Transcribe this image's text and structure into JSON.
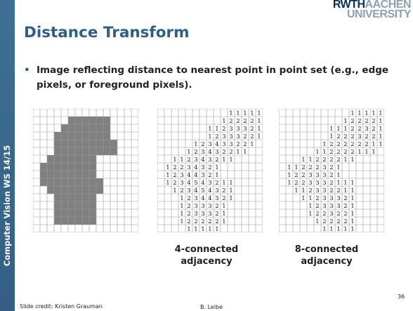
{
  "slide": {
    "title": "Distance Transform",
    "sidebar_label": "Computer Vision WS 14/15",
    "logo": {
      "line1_a": "RWTH",
      "line1_b": "AACHEN",
      "line2": "UNIVERSITY"
    },
    "bullet": "Image reflecting distance to nearest point in point set (e.g., edge pixels, or foreground pixels).",
    "captions": {
      "four": [
        "4-connected",
        "adjacency"
      ],
      "eight": [
        "8-connected",
        "adjacency"
      ]
    },
    "footer": {
      "credit": "Slide credit: Kristen Grauman",
      "author": "B. Leibe",
      "page": "36"
    }
  },
  "colors": {
    "accent": "#2d5f8a",
    "sidebar": "#3a6a90",
    "fill": "#808080"
  },
  "figures": {
    "mask_rows": [
      "000000000000000",
      "000001111110000",
      "000011111110000",
      "000111111110000",
      "000111111111000",
      "000111111111000",
      "001111111000000",
      "011111111000000",
      "011111111000000",
      "011111111100000",
      "001111111100000",
      "000111111000000",
      "000111111000000",
      "000111111000000",
      "000111111000000",
      "000000000000000"
    ],
    "four_connected_rows": [
      [
        "",
        "",
        "",
        "",
        "",
        "",
        "",
        "",
        "",
        "",
        "1",
        "1",
        "1",
        "1",
        "1"
      ],
      [
        "",
        "",
        "",
        "",
        "",
        "",
        "",
        "",
        "",
        "1",
        "2",
        "2",
        "2",
        "2",
        "1"
      ],
      [
        "",
        "",
        "",
        "",
        "",
        "",
        "",
        "1",
        "1",
        "2",
        "3",
        "3",
        "3",
        "2",
        "1"
      ],
      [
        "",
        "",
        "",
        "",
        "",
        "",
        "",
        "1",
        "2",
        "3",
        "3",
        "3",
        "2",
        "2",
        "1"
      ],
      [
        "",
        "",
        "",
        "",
        "",
        "1",
        "2",
        "3",
        "4",
        "3",
        "3",
        "2",
        "2",
        "1",
        ""
      ],
      [
        "",
        "",
        "",
        "",
        "1",
        "2",
        "3",
        "4",
        "3",
        "2",
        "2",
        "1",
        "1",
        "",
        ""
      ],
      [
        "",
        "",
        "1",
        "1",
        "2",
        "3",
        "4",
        "3",
        "2",
        "1",
        "1",
        "",
        "",
        "",
        ""
      ],
      [
        "",
        "1",
        "2",
        "2",
        "3",
        "4",
        "3",
        "2",
        "1",
        "",
        "",
        "",
        "",
        "",
        ""
      ],
      [
        "",
        "1",
        "2",
        "3",
        "4",
        "4",
        "3",
        "2",
        "1",
        "",
        "",
        "",
        "",
        "",
        ""
      ],
      [
        "",
        "1",
        "2",
        "3",
        "4",
        "5",
        "4",
        "3",
        "2",
        "1",
        "1",
        "",
        "",
        "",
        ""
      ],
      [
        "",
        "",
        "1",
        "2",
        "3",
        "4",
        "5",
        "4",
        "3",
        "2",
        "1",
        "",
        "",
        "",
        ""
      ],
      [
        "",
        "",
        "",
        "1",
        "2",
        "3",
        "4",
        "4",
        "3",
        "2",
        "1",
        "",
        "",
        "",
        ""
      ],
      [
        "",
        "",
        "",
        "1",
        "2",
        "3",
        "3",
        "3",
        "2",
        "1",
        "",
        "",
        "",
        "",
        ""
      ],
      [
        "",
        "",
        "",
        "1",
        "2",
        "3",
        "3",
        "3",
        "2",
        "1",
        "",
        "",
        "",
        "",
        ""
      ],
      [
        "",
        "",
        "",
        "1",
        "2",
        "2",
        "2",
        "2",
        "2",
        "1",
        "",
        "",
        "",
        "",
        ""
      ],
      [
        "",
        "",
        "",
        "",
        "1",
        "1",
        "1",
        "1",
        "1",
        "",
        "",
        "",
        "",
        "",
        ""
      ]
    ],
    "eight_connected_rows": [
      [
        "",
        "",
        "",
        "",
        "",
        "",
        "",
        "",
        "",
        "",
        "1",
        "1",
        "1",
        "1",
        "1"
      ],
      [
        "",
        "",
        "",
        "",
        "",
        "",
        "",
        "",
        "",
        "1",
        "2",
        "2",
        "2",
        "2",
        "1"
      ],
      [
        "",
        "",
        "",
        "",
        "",
        "",
        "",
        "1",
        "1",
        "1",
        "2",
        "2",
        "3",
        "2",
        "1"
      ],
      [
        "",
        "",
        "",
        "",
        "",
        "",
        "",
        "1",
        "2",
        "2",
        "2",
        "3",
        "2",
        "2",
        "1"
      ],
      [
        "",
        "",
        "",
        "",
        "",
        "",
        "1",
        "2",
        "2",
        "2",
        "2",
        "2",
        "2",
        "1",
        "1"
      ],
      [
        "",
        "",
        "",
        "",
        "",
        "1",
        "1",
        "2",
        "2",
        "2",
        "2",
        "1",
        "1",
        "1",
        ""
      ],
      [
        "",
        "",
        "",
        "1",
        "1",
        "2",
        "2",
        "2",
        "2",
        "1",
        "1",
        "",
        "",
        "",
        ""
      ],
      [
        "",
        "1",
        "1",
        "2",
        "2",
        "2",
        "3",
        "2",
        "1",
        "",
        "",
        "",
        "",
        "",
        ""
      ],
      [
        "",
        "1",
        "2",
        "2",
        "3",
        "3",
        "3",
        "2",
        "1",
        "",
        "",
        "",
        "",
        "",
        ""
      ],
      [
        "",
        "1",
        "2",
        "2",
        "3",
        "3",
        "3",
        "2",
        "1",
        "1",
        "1",
        "",
        "",
        "",
        ""
      ],
      [
        "",
        "",
        "1",
        "1",
        "2",
        "3",
        "3",
        "2",
        "2",
        "1",
        "1",
        "",
        "",
        "",
        ""
      ],
      [
        "",
        "",
        "",
        "1",
        "1",
        "2",
        "3",
        "3",
        "3",
        "2",
        "1",
        "",
        "",
        "",
        ""
      ],
      [
        "",
        "",
        "",
        "",
        "1",
        "2",
        "3",
        "3",
        "3",
        "2",
        "1",
        "",
        "",
        "",
        ""
      ],
      [
        "",
        "",
        "",
        "",
        "1",
        "2",
        "2",
        "3",
        "2",
        "2",
        "1",
        "",
        "",
        "",
        ""
      ],
      [
        "",
        "",
        "",
        "",
        "",
        "1",
        "2",
        "2",
        "2",
        "2",
        "1",
        "",
        "",
        "",
        ""
      ],
      [
        "",
        "",
        "",
        "",
        "",
        "",
        "1",
        "1",
        "1",
        "1",
        "1",
        "",
        "",
        "",
        ""
      ]
    ]
  }
}
